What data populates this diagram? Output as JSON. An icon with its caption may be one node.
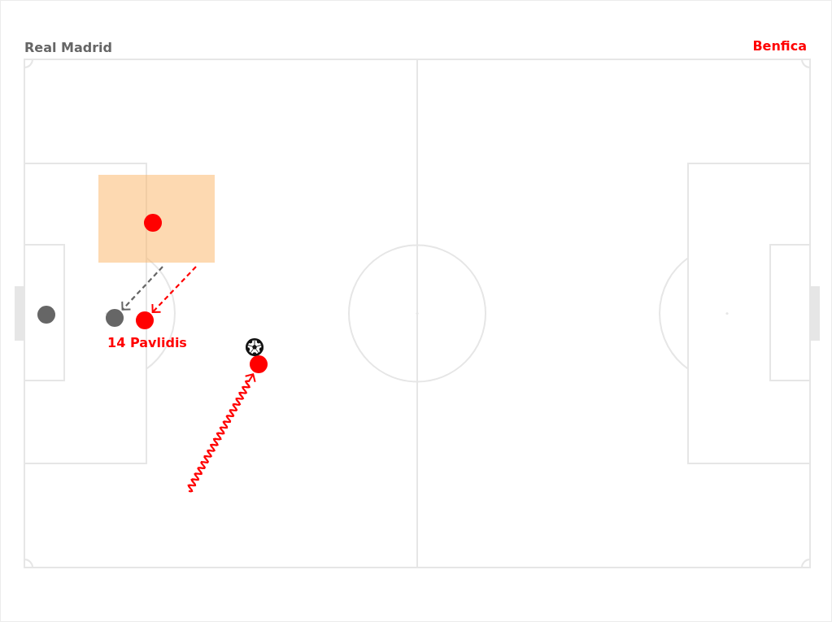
{
  "diagram": {
    "nodes": [
      {
        "text": [],
        "shape": "box"
      },
      {
        "text": [],
        "shape": "circle",
        "in": 0
      },
      {
        "text": [],
        "shape": "circle"
      },
      {
        "text": [],
        "shape": "circle"
      },
      {
        "text": [],
        "shape": "circle",
        "beside": [
          "14 Pavlidis"
        ]
      },
      {
        "text": [],
        "shape": "circle"
      }
    ],
    "edges": [
      {
        "from": 0,
        "to": 3,
        "arrow": "to",
        "style": "dashed",
        "color": "#666666"
      },
      {
        "from": 0,
        "to": 4,
        "arrow": "to",
        "style": "dashed"
      },
      {
        "from": null,
        "to": 5,
        "arrow": "to"
      }
    ],
    "labels": [
      "Real Madrid",
      "Benfica"
    ]
  }
}
